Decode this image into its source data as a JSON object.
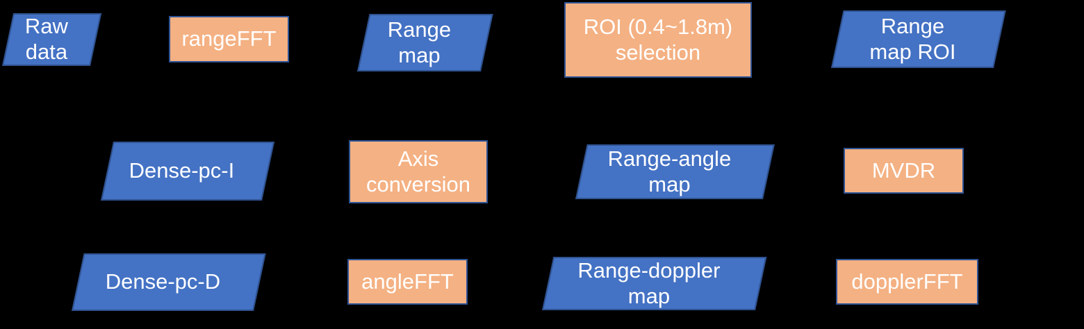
{
  "diagram": {
    "background": "#000000",
    "colors": {
      "data_shape_fill": "#4472C4",
      "data_shape_border": "#2F528F",
      "process_shape_fill": "#F4B183",
      "process_shape_border": "#2F5496",
      "text": "#FFFFFF"
    },
    "nodes": {
      "raw_data": {
        "label": "Raw\ndata",
        "shape": "parallelogram",
        "role": "data"
      },
      "range_fft": {
        "label": "rangeFFT",
        "shape": "rectangle",
        "role": "process"
      },
      "range_map": {
        "label": "Range\nmap",
        "shape": "parallelogram",
        "role": "data"
      },
      "roi_selection": {
        "label": "ROI (0.4~1.8m)\nselection",
        "shape": "rectangle",
        "role": "process"
      },
      "range_map_roi": {
        "label": "Range\nmap ROI",
        "shape": "parallelogram",
        "role": "data"
      },
      "dense_pc_i": {
        "label": "Dense-pc-I",
        "shape": "parallelogram",
        "role": "data"
      },
      "axis_conversion": {
        "label": "Axis\nconversion",
        "shape": "rectangle",
        "role": "process"
      },
      "range_angle_map": {
        "label": "Range-angle\nmap",
        "shape": "parallelogram",
        "role": "data"
      },
      "mvdr": {
        "label": "MVDR",
        "shape": "rectangle",
        "role": "process"
      },
      "dense_pc_d": {
        "label": "Dense-pc-D",
        "shape": "parallelogram",
        "role": "data"
      },
      "angle_fft": {
        "label": "angleFFT",
        "shape": "rectangle",
        "role": "process"
      },
      "range_doppler_map": {
        "label": "Range-doppler\nmap",
        "shape": "parallelogram",
        "role": "data"
      },
      "doppler_fft": {
        "label": "dopplerFFT",
        "shape": "rectangle",
        "role": "process"
      }
    }
  }
}
